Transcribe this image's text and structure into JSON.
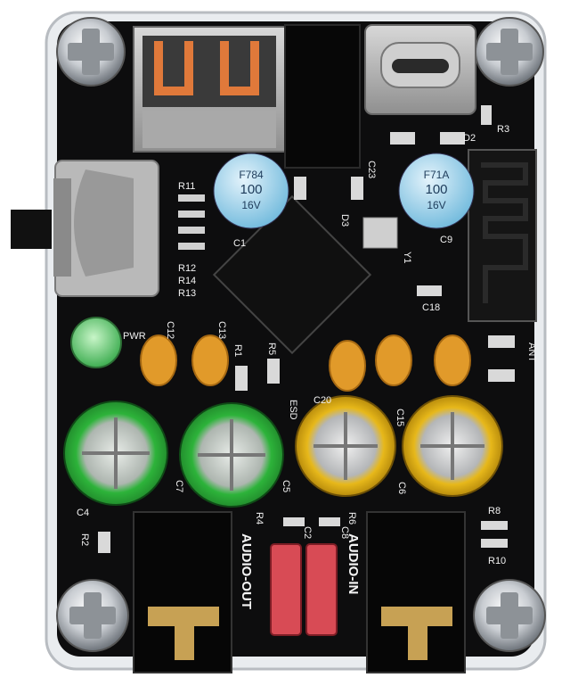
{
  "board": {
    "labels": {
      "R11": "R11",
      "R12": "R12",
      "R14": "R14",
      "R13": "R13",
      "C1": "C1",
      "C9": "C9",
      "C23": "C23",
      "D3": "D3",
      "D2": "D2",
      "R3": "R3",
      "Y1": "Y1",
      "C18": "C18",
      "C12": "C12",
      "C13": "C13",
      "R1": "R1",
      "R5": "R5",
      "C20": "C20",
      "ESD": "ESD",
      "C15": "C15",
      "ANT": "ANT",
      "PWR": "PWR",
      "C4": "C4",
      "R2": "R2",
      "C7": "C7",
      "C5": "C5",
      "C6": "C6",
      "R4": "R4",
      "R6": "R6",
      "C2": "C2",
      "C8": "C8",
      "R8": "R8",
      "R10": "R10",
      "audio_out": "AUDIO-OUT",
      "audio_in": "AUDIO-IN"
    },
    "cap_top_left": {
      "line1": "F784",
      "line2": "100",
      "line3": "16V"
    },
    "cap_top_right": {
      "line1": "F71A",
      "line2": "100",
      "line3": "16V"
    }
  }
}
